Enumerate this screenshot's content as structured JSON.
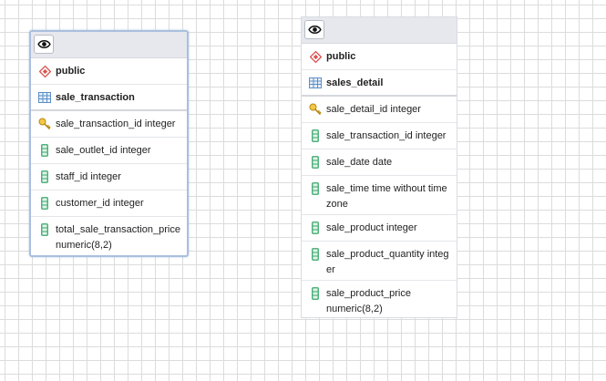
{
  "tables": [
    {
      "schema": "public",
      "name": "sale_transaction",
      "columns": [
        {
          "text": "sale_transaction_id integer",
          "icon": "key-icon"
        },
        {
          "text": "sale_outlet_id integer",
          "icon": "column-icon"
        },
        {
          "text": "staff_id integer",
          "icon": "column-icon"
        },
        {
          "text": "customer_id integer",
          "icon": "column-icon"
        },
        {
          "text": "total_sale_transaction_price numeric(8,2)",
          "icon": "column-icon"
        }
      ]
    },
    {
      "schema": "public",
      "name": "sales_detail",
      "columns": [
        {
          "text": "sale_detail_id integer",
          "icon": "key-icon"
        },
        {
          "text": "sale_transaction_id integer",
          "icon": "column-icon"
        },
        {
          "text": "sale_date date",
          "icon": "column-icon"
        },
        {
          "text": "sale_time time without time zone",
          "icon": "column-icon"
        },
        {
          "text": "sale_product integer",
          "icon": "column-icon"
        },
        {
          "text": "sale_product_quantity integer",
          "icon": "column-icon"
        },
        {
          "text": "sale_product_price numeric(8,2)",
          "icon": "column-icon"
        }
      ]
    }
  ],
  "colors": {
    "schema_icon": "#d9534f",
    "table_icon": "#5b8fc7",
    "key_icon": "#e0b020",
    "column_icon": "#3aa86b",
    "selected_border": "#a8c0de"
  }
}
